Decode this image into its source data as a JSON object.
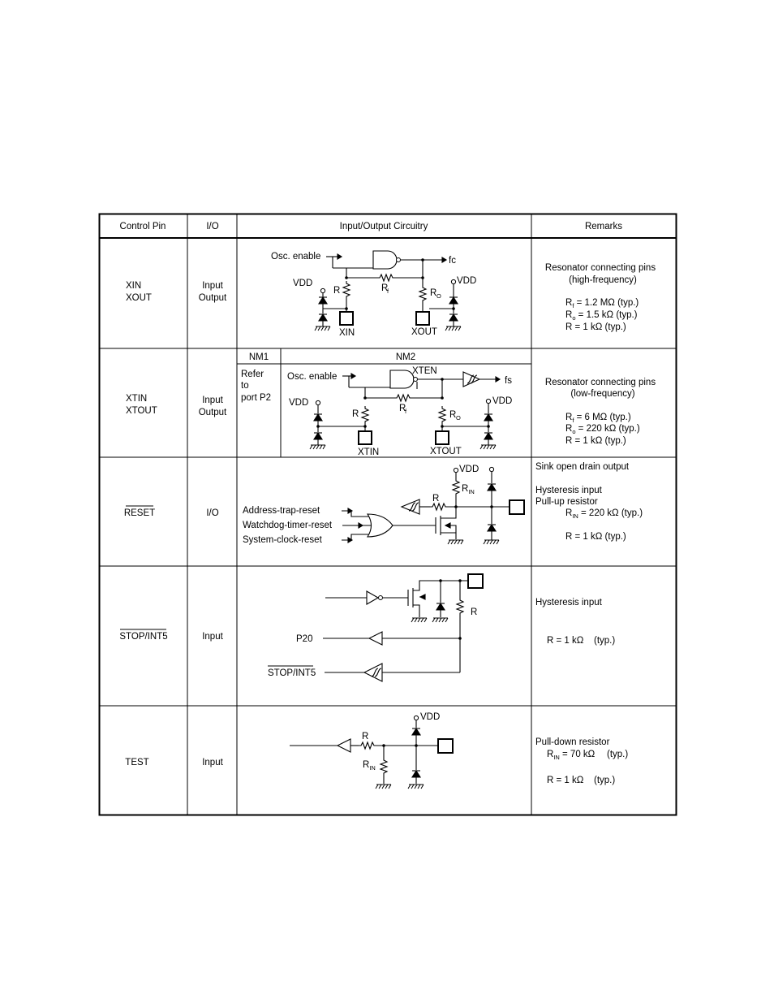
{
  "table": {
    "headers": {
      "control_pin": "Control Pin",
      "io": "I/O",
      "circuitry": "Input/Output  Circuitry",
      "remarks": "Remarks"
    },
    "rows": [
      {
        "pins": [
          "XIN",
          "XOUT"
        ],
        "io": [
          "Input",
          "Output"
        ],
        "circuit": {
          "osc_enable": "Osc. enable",
          "fc": "fc",
          "vdd": "VDD",
          "r": "R",
          "rf": "R",
          "rf_sub": "f",
          "ro": "R",
          "ro_sub": "O",
          "xin": "XIN",
          "xout": "XOUT"
        },
        "remarks": {
          "line1": "Resonator connecting pins",
          "line2": "(high-frequency)",
          "rf_label": "R",
          "rf_sub": "f",
          "rf_value": " = 1.2 MΩ (typ.)",
          "ro_label": "R",
          "ro_sub": "o",
          "ro_value": " = 1.5 kΩ (typ.)",
          "r_value": "R = 1 kΩ (typ.)"
        }
      },
      {
        "pins": [
          "XTIN",
          "XTOUT"
        ],
        "io": [
          "Input",
          "Output"
        ],
        "circuit": {
          "nm1": "NM1",
          "nm2": "NM2",
          "refer": [
            "Refer",
            "to",
            "port P2"
          ],
          "osc_enable": "Osc. enable",
          "xten": "XTEN",
          "fs": "fs",
          "vdd": "VDD",
          "r": "R",
          "rf": "R",
          "rf_sub": "f",
          "ro": "R",
          "ro_sub": "O",
          "xtin": "XTIN",
          "xtout": "XTOUT"
        },
        "remarks": {
          "line1": "Resonator connecting pins",
          "line2": "(low-frequency)",
          "rf_label": "R",
          "rf_sub": "f",
          "rf_value": " = 6 MΩ (typ.)",
          "ro_label": "R",
          "ro_sub": "o",
          "ro_value": " = 220 kΩ (typ.)",
          "r_value": "R = 1 kΩ (typ.)"
        }
      },
      {
        "pin": "RESET",
        "io": "I/O",
        "circuit": {
          "vdd": "VDD",
          "rin": "R",
          "rin_sub": "IN",
          "r": "R",
          "addr_trap": "Address-trap-reset",
          "watchdog": "Watchdog-timer-reset",
          "sysclk": "System-clock-reset"
        },
        "remarks": {
          "line1": "Sink open drain output",
          "line2": "Hysteresis input",
          "line3": "Pull-up resistor",
          "rin_label": "R",
          "rin_sub": "IN",
          "rin_value": " = 220 kΩ (typ.)",
          "r_value": "R = 1 kΩ (typ.)"
        }
      },
      {
        "pin": "STOP/INT5",
        "io": "Input",
        "circuit": {
          "r": "R",
          "p20": "P20",
          "stop_int5": "STOP/INT5"
        },
        "remarks": {
          "line1": "Hysteresis input",
          "r_value": "R = 1 kΩ",
          "r_typ": "(typ.)"
        }
      },
      {
        "pin": "TEST",
        "io": "Input",
        "circuit": {
          "vdd": "VDD",
          "r": "R",
          "rin": "R",
          "rin_sub": "IN"
        },
        "remarks": {
          "line1": "Pull-down resistor",
          "rin_label": "R",
          "rin_sub": "IN",
          "rin_value": " = 70 kΩ",
          "rin_typ": "(typ.)",
          "r_value": "R = 1 kΩ",
          "r_typ": "(typ.)"
        }
      }
    ]
  }
}
